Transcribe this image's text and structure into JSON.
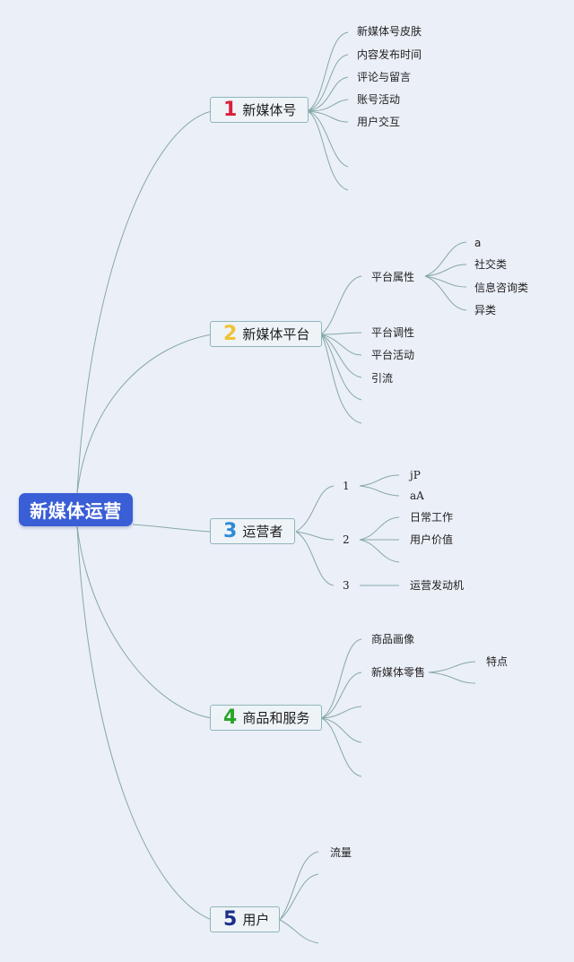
{
  "root": {
    "label": "新媒体运营",
    "color": "#3a5ed6"
  },
  "branches": [
    {
      "number": "1",
      "number_color": "#d8203a",
      "label": "新媒体号",
      "children": [
        "新媒体号皮肤",
        "内容发布时间",
        "评论与留言",
        "账号活动",
        "用户交互"
      ]
    },
    {
      "number": "2",
      "number_color": "#f1c232",
      "label": "新媒体平台",
      "children": [
        {
          "label": "平台属性",
          "children": [
            "a",
            "社交类",
            "信息咨询类",
            "异类"
          ]
        },
        "平台调性",
        "平台活动",
        "引流"
      ]
    },
    {
      "number": "3",
      "number_color": "#2e8bd6",
      "label": "运营者",
      "children": [
        {
          "label": "1",
          "children": [
            "jP",
            "aA"
          ]
        },
        {
          "label": "2",
          "children": [
            "日常工作",
            "用户价值"
          ]
        },
        {
          "label": "3",
          "children": [
            "运营发动机"
          ]
        }
      ]
    },
    {
      "number": "4",
      "number_color": "#2aa52a",
      "label": "商品和服务",
      "children": [
        "商品画像",
        {
          "label": "新媒体零售",
          "children": [
            "特点"
          ]
        }
      ]
    },
    {
      "number": "5",
      "number_color": "#1b2f8a",
      "label": "用户",
      "children": [
        "流量"
      ]
    }
  ]
}
